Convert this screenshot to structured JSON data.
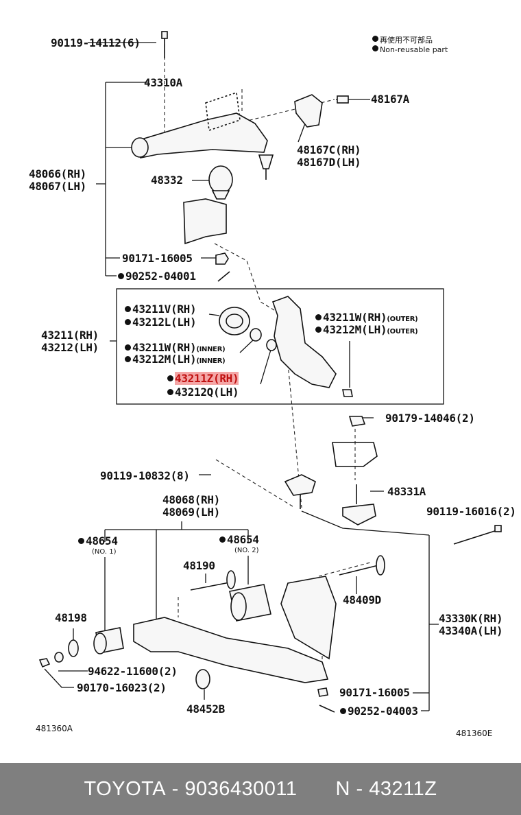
{
  "legend": {
    "jp": "再使用不可部品",
    "en": "Non-reusable part"
  },
  "labels": {
    "p_90119_14112": "90119-14112(6)",
    "p_43310A": "43310A",
    "p_48167A": "48167A",
    "p_48167C": "48167C(RH)",
    "p_48167D": "48167D(LH)",
    "p_48066": "48066(RH)",
    "p_48067": "48067(LH)",
    "p_48332": "48332",
    "p_90171_16005_top": "90171-16005",
    "p_90252_04001": "90252-04001",
    "p_43211": "43211(RH)",
    "p_43212": "43212(LH)",
    "p_43211V": "43211V(RH)",
    "p_43212L": "43212L(LH)",
    "p_43211W_inner": "43211W(RH)",
    "p_43212M_inner": "43212M(LH)",
    "inner_tag": "(INNER)",
    "p_43211Z": "43211Z(RH)",
    "p_43212Q": "43212Q(LH)",
    "p_43211W_outer": "43211W(RH)",
    "p_43212M_outer": "43212M(LH)",
    "outer_tag": "(OUTER)",
    "p_90179_14046": "90179-14046(2)",
    "p_90119_10832": "90119-10832(8)",
    "p_48331A": "48331A",
    "p_48068": "48068(RH)",
    "p_48069": "48069(LH)",
    "p_90119_16016": "90119-16016(2)",
    "p_48654_a": "48654",
    "no1_tag": "(NO. 1)",
    "p_48654_b": "48654",
    "no2_tag": "(NO. 2)",
    "p_48190": "48190",
    "p_48409D": "48409D",
    "p_48198": "48198",
    "p_43330K": "43330K(RH)",
    "p_43340A": "43340A(LH)",
    "p_94622_11600": "94622-11600(2)",
    "p_90170_16023": "90170-16023(2)",
    "p_90171_16005_bot": "90171-16005",
    "p_90252_04003": "90252-04003",
    "p_48452B": "48452B",
    "fig_left": "481360A",
    "fig_right": "481360E"
  },
  "footer": {
    "brand": "TOYOTA",
    "sep": " - ",
    "part_number": "9036430011",
    "ref_prefix": "N",
    "ref_code": "43211Z"
  },
  "colors": {
    "highlight": "#f4a6a6",
    "highlight_text": "#c01010",
    "footer_bg": "#7f7f7f"
  }
}
